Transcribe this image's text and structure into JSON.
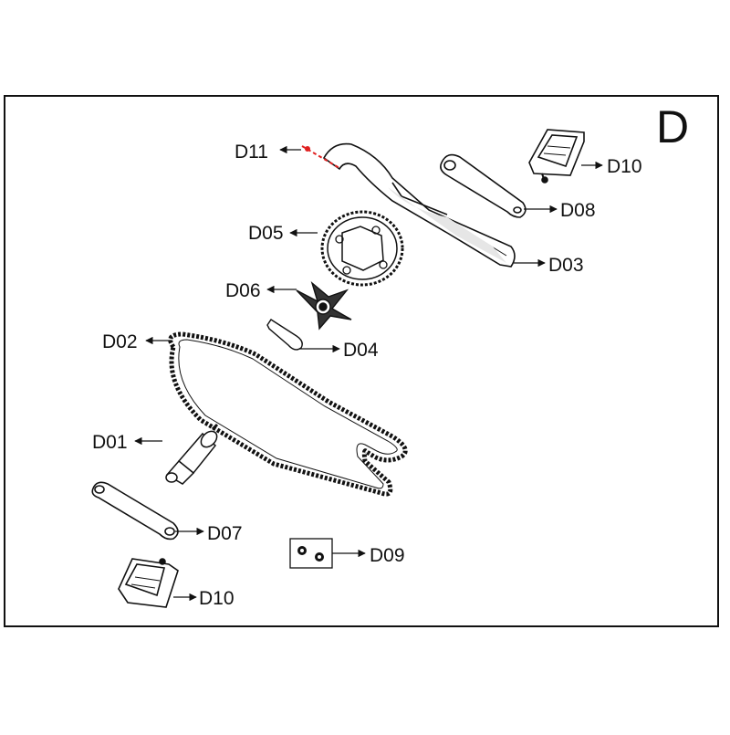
{
  "section": {
    "letter": "D"
  },
  "parts": [
    {
      "id": "D11"
    },
    {
      "id": "D10"
    },
    {
      "id": "D08"
    },
    {
      "id": "D05"
    },
    {
      "id": "D03"
    },
    {
      "id": "D06"
    },
    {
      "id": "D02"
    },
    {
      "id": "D04"
    },
    {
      "id": "D01"
    },
    {
      "id": "D07"
    },
    {
      "id": "D09"
    },
    {
      "id": "D10"
    }
  ],
  "colors": {
    "line": "#111111",
    "highlight": "#e02020",
    "fill": "#ffffff",
    "shade": "#d9d9d9"
  }
}
